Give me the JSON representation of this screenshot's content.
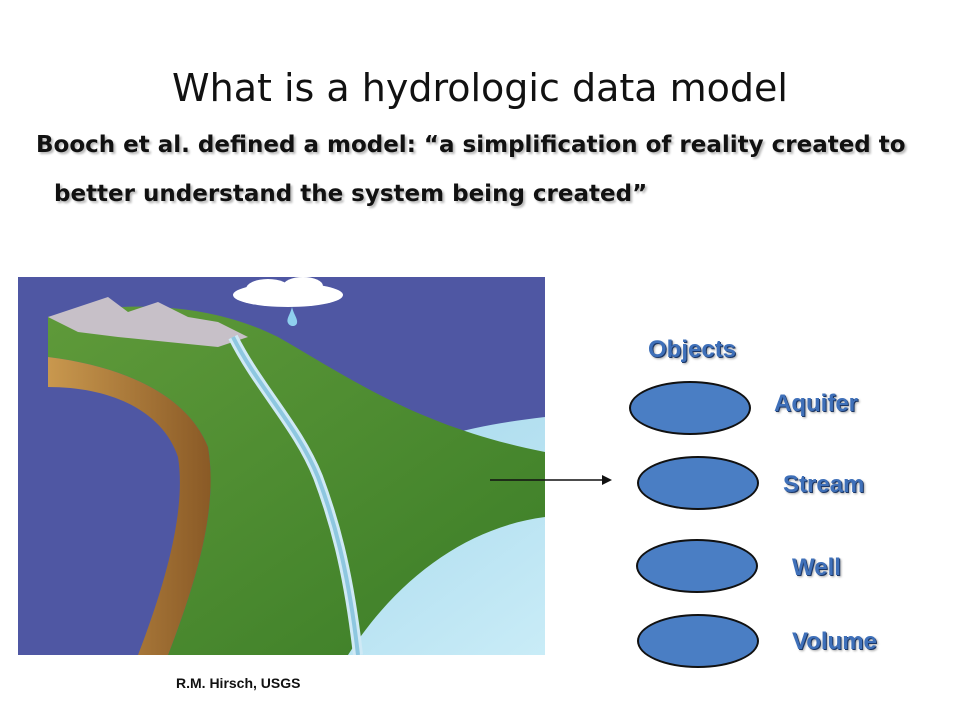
{
  "slide": {
    "title": "What is a hydrologic data model",
    "quote_line1": "Booch et al. defined a model:  “a simplification of reality created to",
    "quote_line2": "better understand the system being created”",
    "credit": "R.M. Hirsch, USGS"
  },
  "objects": {
    "heading": "Objects",
    "items": [
      {
        "label": "Aquifer"
      },
      {
        "label": "Stream"
      },
      {
        "label": "Well"
      },
      {
        "label": "Volume"
      }
    ]
  },
  "colors": {
    "object_fill": "#4a7ec4",
    "object_text": "#3f70b9",
    "sky": "#4f57a3"
  }
}
